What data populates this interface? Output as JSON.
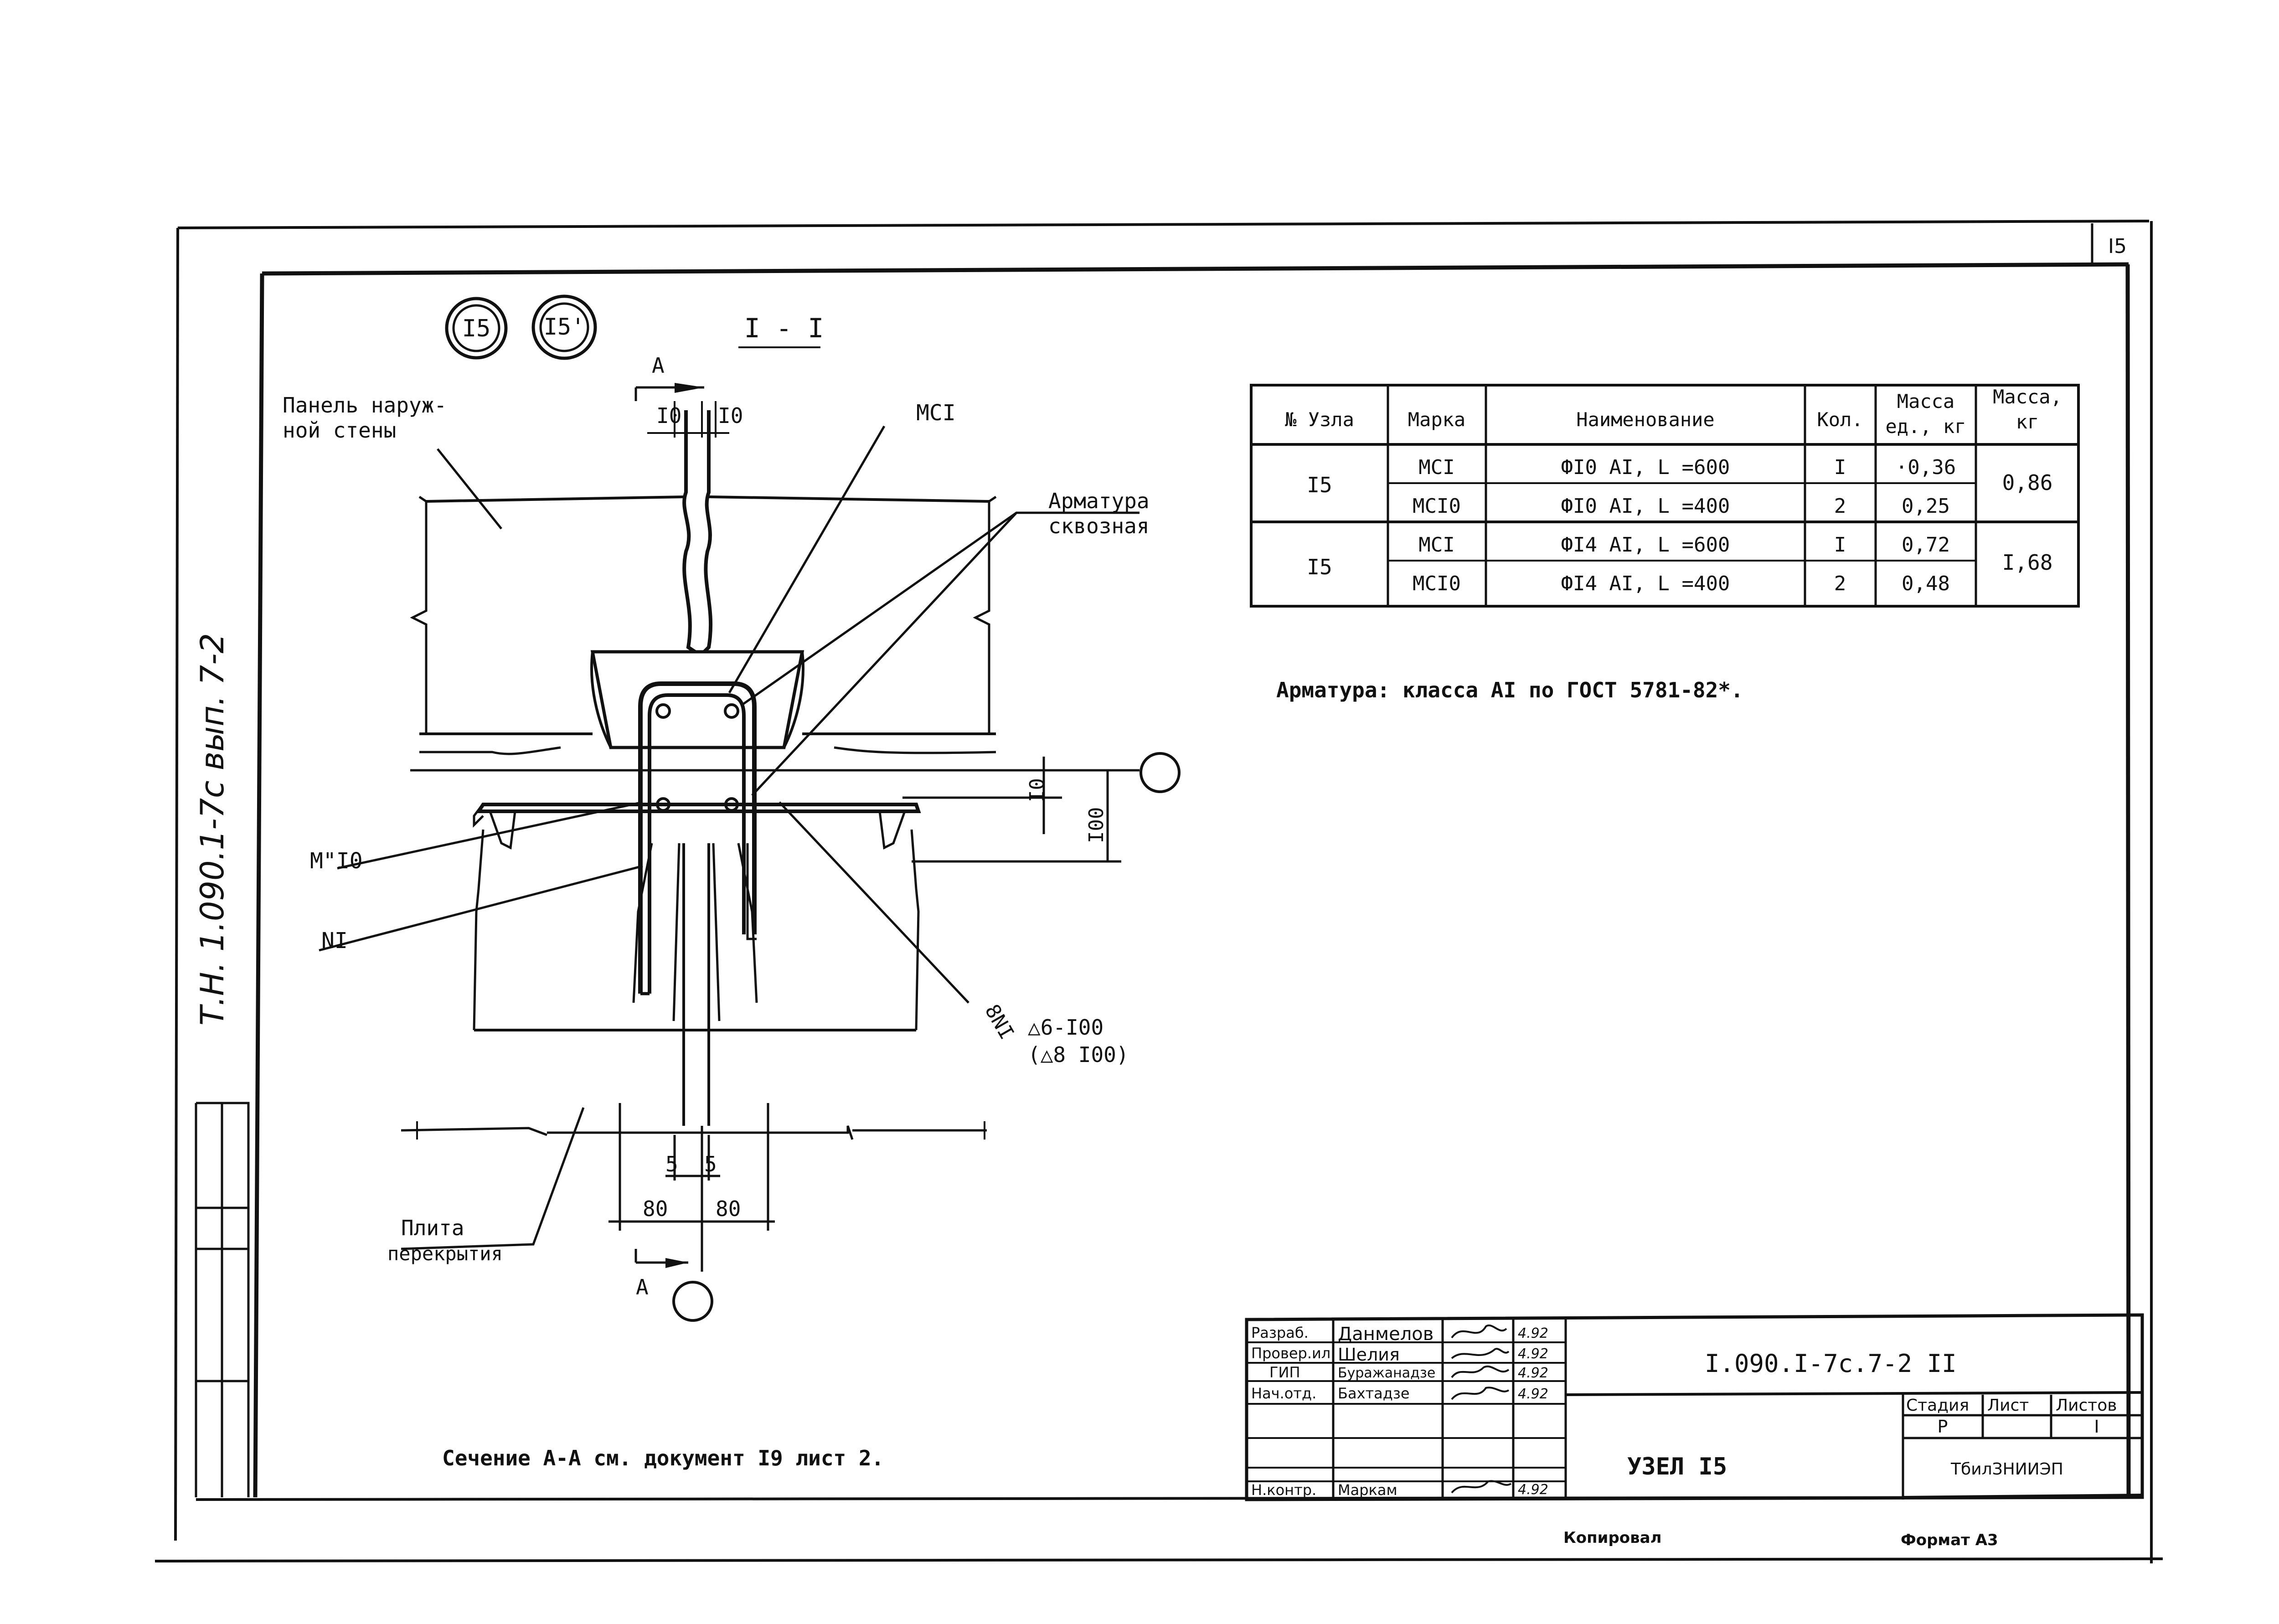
{
  "sheet": {
    "corner_number": "I5",
    "format_label": "Формат А3",
    "copied_label": "Копировал"
  },
  "side_annotation": "Т.Н. 1.090.1-7с вып. 7-2",
  "drawing": {
    "node_marks": [
      "I5",
      "I5'"
    ],
    "section_title": "I - I",
    "labels": {
      "panel": [
        "Панель наруж-",
        "ной стены"
      ],
      "section_arrow_top": "A",
      "section_arrow_bottom": "A",
      "mci": "МСI",
      "rebar": [
        "Арматура",
        "сквозная"
      ],
      "mc10": "М\"I0",
      "n1": "NI",
      "n8": "8NI",
      "spacing_1": "△6-I00",
      "spacing_2": "(△8 I00)",
      "slab": [
        "Плита",
        "перекрытия"
      ]
    },
    "dimensions": {
      "top_left": "I0",
      "top_right": "I0",
      "side_small": "I0",
      "side_large": "I00",
      "bottom_left_small": "5",
      "bottom_right_small": "5",
      "bottom_left": "80",
      "bottom_right": "80"
    },
    "note_section": "Сечение А-А см. документ I9 лист 2.",
    "note_rebar": "Арматура: класса АI по ГОСТ 5781-82*."
  },
  "spec_table": {
    "headers": [
      "№ Узла",
      "Марка",
      "Наименование",
      "Кол.",
      [
        "Масса",
        "ед., кг"
      ],
      [
        "Масса,",
        "кг"
      ]
    ],
    "groups": [
      {
        "node": "I5",
        "total_mass": "0,86",
        "rows": [
          {
            "mark": "МСI",
            "name": "ФI0 АI,  L =600",
            "qty": "I",
            "unit_mass": "·0,36"
          },
          {
            "mark": "МСI0",
            "name": "ФI0 АI,  L =400",
            "qty": "2",
            "unit_mass": "0,25"
          }
        ]
      },
      {
        "node": "I5",
        "total_mass": "I,68",
        "rows": [
          {
            "mark": "МСI",
            "name": "ФI4 АI,  L =600",
            "qty": "I",
            "unit_mass": "0,72"
          },
          {
            "mark": "МСI0",
            "name": "ФI4 АI,  L =400",
            "qty": "2",
            "unit_mass": "0,48"
          }
        ]
      }
    ]
  },
  "title_block": {
    "roles": [
      "Разраб.",
      "Провер.ил",
      "ГИП",
      "Нач.отд.",
      "",
      "",
      "Н.контр."
    ],
    "names": [
      "Данмелов",
      "Шелия",
      "Буражанадзе",
      "Бахтадзе",
      "",
      "",
      "Маркам"
    ],
    "dates": [
      "4.92",
      "4.92",
      "4.92",
      "4.92",
      "",
      "",
      "4.92"
    ],
    "designation": "I.090.I-7с.7-2 II",
    "title": "УЗЕЛ I5",
    "stage_header": "Стадия",
    "sheet_header": "Лист",
    "sheets_header": "Листов",
    "stage": "Р",
    "sheet": "",
    "sheets": "I",
    "organization": "ТбилЗНИИЭП"
  }
}
